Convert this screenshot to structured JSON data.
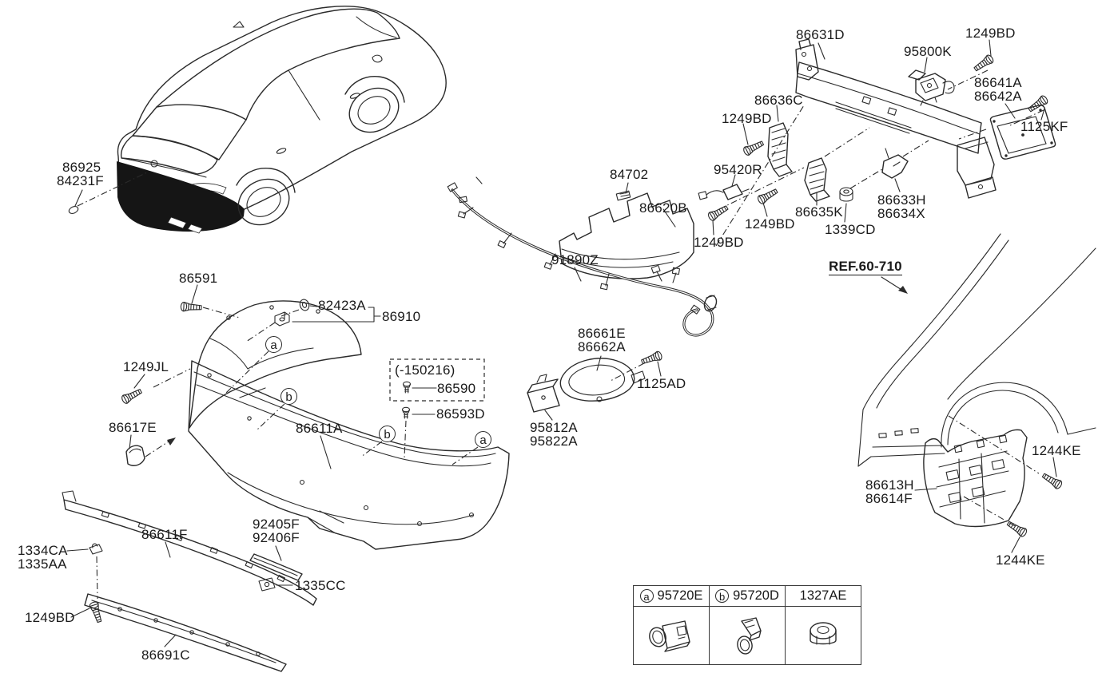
{
  "colors": {
    "line": "#2b2b2b",
    "black_fill": "#151515",
    "background": "#ffffff",
    "text": "#1a1a1a"
  },
  "labels": [
    {
      "id": "86925",
      "text": "86925"
    },
    {
      "id": "84231F",
      "text": "84231F"
    },
    {
      "id": "86591",
      "text": "86591"
    },
    {
      "id": "82423A",
      "text": "82423A"
    },
    {
      "id": "86910",
      "text": "86910"
    },
    {
      "id": "1249JL",
      "text": "1249JL"
    },
    {
      "id": "86617E",
      "text": "86617E"
    },
    {
      "id": "86611A",
      "text": "86611A"
    },
    {
      "id": "variant-note",
      "text": "(-150216)"
    },
    {
      "id": "86590",
      "text": "86590"
    },
    {
      "id": "86593D",
      "text": "86593D"
    },
    {
      "id": "86611F",
      "text": "86611F"
    },
    {
      "id": "92405F",
      "text": "92405F"
    },
    {
      "id": "92406F",
      "text": "92406F"
    },
    {
      "id": "1335CC",
      "text": "1335CC"
    },
    {
      "id": "1334CA",
      "text": "1334CA"
    },
    {
      "id": "1335AA",
      "text": "1335AA"
    },
    {
      "id": "1249BD-a",
      "text": "1249BD"
    },
    {
      "id": "86691C",
      "text": "86691C"
    },
    {
      "id": "84702",
      "text": "84702"
    },
    {
      "id": "86620B",
      "text": "86620B"
    },
    {
      "id": "91890Z",
      "text": "91890Z"
    },
    {
      "id": "86661E",
      "text": "86661E"
    },
    {
      "id": "86662A",
      "text": "86662A"
    },
    {
      "id": "1125AD",
      "text": "1125AD"
    },
    {
      "id": "95812A",
      "text": "95812A"
    },
    {
      "id": "95822A",
      "text": "95822A"
    },
    {
      "id": "86631D",
      "text": "86631D"
    },
    {
      "id": "1249BD-b",
      "text": "1249BD"
    },
    {
      "id": "95800K",
      "text": "95800K"
    },
    {
      "id": "86641A",
      "text": "86641A"
    },
    {
      "id": "86642A",
      "text": "86642A"
    },
    {
      "id": "1125KF",
      "text": "1125KF"
    },
    {
      "id": "86636C",
      "text": "86636C"
    },
    {
      "id": "1249BD-c",
      "text": "1249BD"
    },
    {
      "id": "95420R",
      "text": "95420R"
    },
    {
      "id": "1249BD-d",
      "text": "1249BD"
    },
    {
      "id": "86635K",
      "text": "86635K"
    },
    {
      "id": "1339CD",
      "text": "1339CD"
    },
    {
      "id": "86633H",
      "text": "86633H"
    },
    {
      "id": "86634X",
      "text": "86634X"
    },
    {
      "id": "1249BD-e",
      "text": "1249BD"
    },
    {
      "id": "ref",
      "text": "REF.60-710"
    },
    {
      "id": "86613H",
      "text": "86613H"
    },
    {
      "id": "86614F",
      "text": "86614F"
    },
    {
      "id": "1244KE-a",
      "text": "1244KE"
    },
    {
      "id": "1244KE-b",
      "text": "1244KE"
    }
  ],
  "markers": [
    {
      "letter": "a"
    },
    {
      "letter": "b"
    },
    {
      "letter": "b"
    },
    {
      "letter": "a"
    }
  ],
  "legend": {
    "cells": [
      {
        "marker": "a",
        "part": "95720E",
        "icon": "parking-sensor-a"
      },
      {
        "marker": "b",
        "part": "95720D",
        "icon": "parking-sensor-b"
      },
      {
        "marker": "",
        "part": "1327AE",
        "icon": "flange-nut"
      }
    ]
  }
}
